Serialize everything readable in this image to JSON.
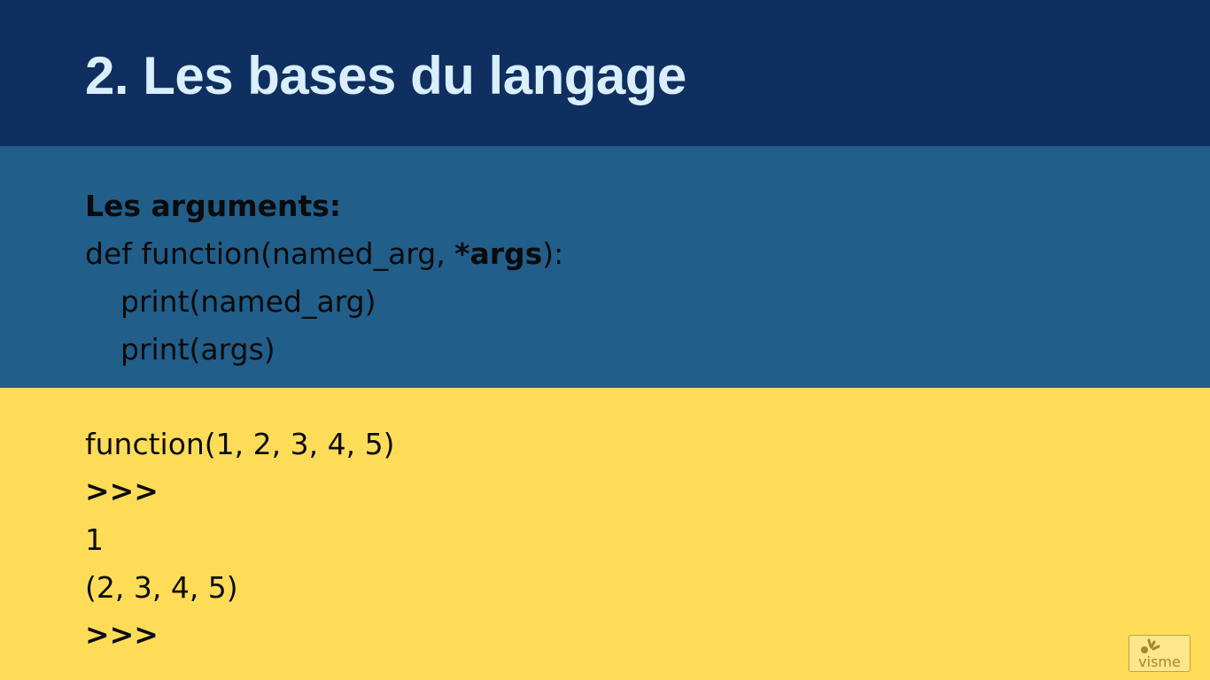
{
  "slide": {
    "title": "2. Les bases du langage"
  },
  "code_block": {
    "heading": "Les arguments:",
    "def_line": {
      "prefix": "def function(named_arg, ",
      "bold": "*args",
      "suffix": "):"
    },
    "body_lines": [
      "print(named_arg)",
      "print(args)"
    ]
  },
  "output_block": {
    "lines": [
      "function(1, 2, 3, 4, 5)",
      ">>>",
      "1",
      "(2, 3, 4, 5)",
      ">>>"
    ]
  },
  "watermark": {
    "label": "visme",
    "icon": "visme-logo-icon"
  },
  "colors": {
    "title_band": "#0f2f60",
    "title_text": "#d9efff",
    "code_band": "#215e8a",
    "output_band": "#ffdc58",
    "text": "#0b0b0b"
  }
}
